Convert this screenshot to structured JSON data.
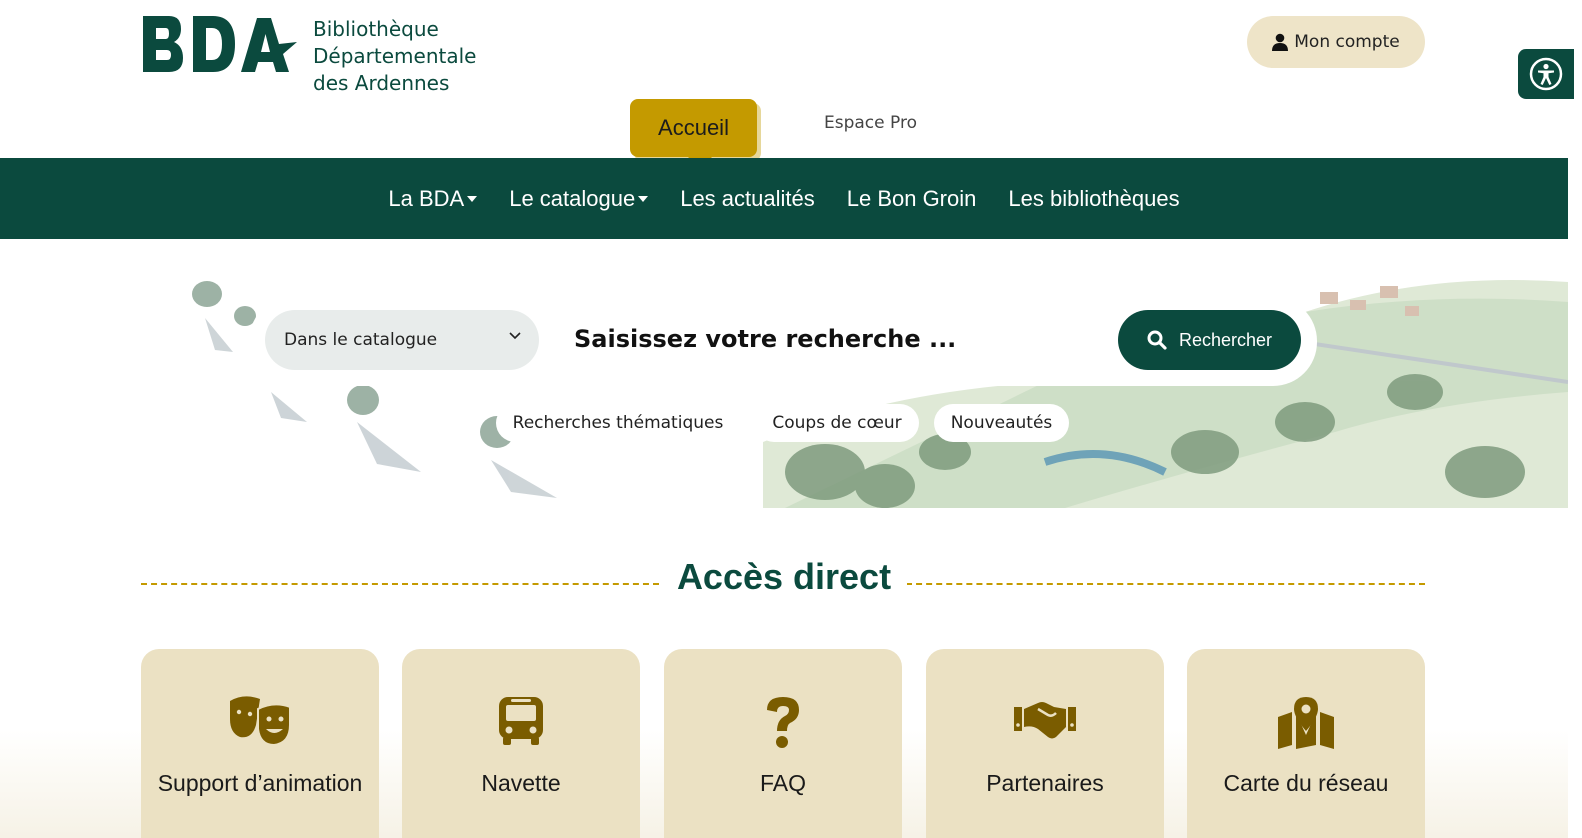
{
  "header": {
    "logo_letters": "BDA",
    "logo_line1": "Bibliothèque",
    "logo_line2": "Départementale",
    "logo_line3": "des Ardennes",
    "account_label": "Mon compte",
    "account_icon": "user-icon",
    "accessibility_icon": "accessibility-icon"
  },
  "tabs": {
    "active": "Accueil",
    "pro": "Espace Pro"
  },
  "nav": {
    "items": [
      {
        "label": "La BDA",
        "dropdown": true
      },
      {
        "label": "Le catalogue",
        "dropdown": true
      },
      {
        "label": "Les actualités",
        "dropdown": false
      },
      {
        "label": "Le Bon Groin",
        "dropdown": false
      },
      {
        "label": "Les bibliothèques",
        "dropdown": false
      }
    ]
  },
  "search": {
    "scope_value": "Dans le catalogue",
    "placeholder": "Saisissez votre recherche ...",
    "button_label": "Rechercher",
    "chips": [
      "Recherches thématiques",
      "Coups de cœur",
      "Nouveautés"
    ]
  },
  "access": {
    "title": "Accès direct",
    "cards": [
      {
        "label": "Support d’animation",
        "icon": "theater-masks-icon"
      },
      {
        "label": "Navette",
        "icon": "bus-icon"
      },
      {
        "label": "FAQ",
        "icon": "question-icon"
      },
      {
        "label": "Partenaires",
        "icon": "handshake-icon"
      },
      {
        "label": "Carte du réseau",
        "icon": "map-location-icon"
      }
    ]
  },
  "colors": {
    "primary": "#0b4a3e",
    "accent": "#c49a00",
    "card_bg": "#ebe1c3",
    "account_bg": "#eee4c8"
  }
}
